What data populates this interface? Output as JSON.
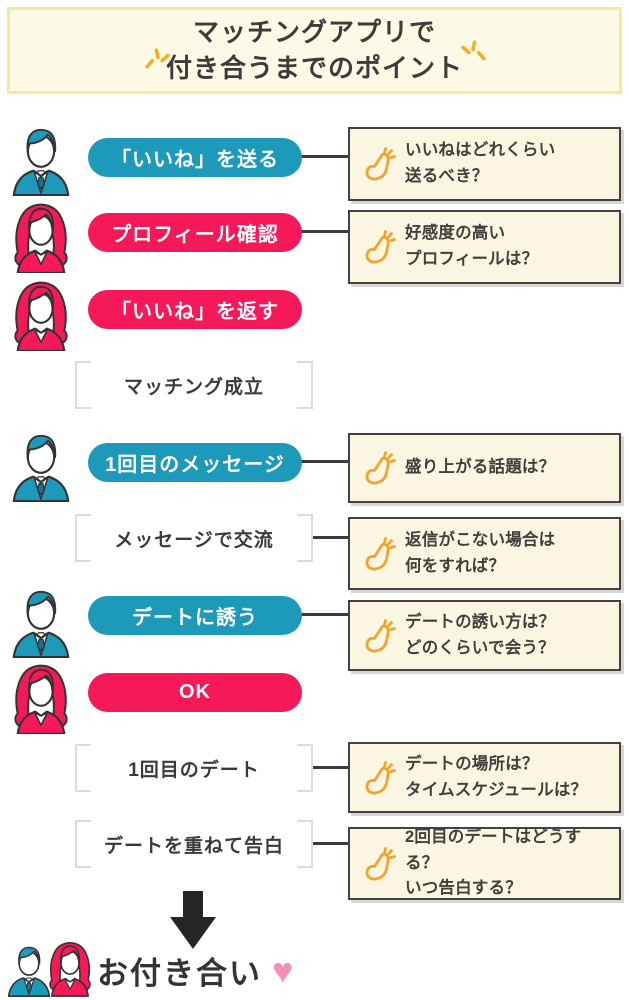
{
  "title": {
    "line1": "マッチングアプリで",
    "line2": "付き合うまでのポイント"
  },
  "colors": {
    "teal": "#1D9ABA",
    "pink": "#F5195A",
    "title_bg": "#FDF9E7",
    "title_border": "#F8E99A",
    "note_bg": "#FBF6E2",
    "note_border": "#44423E",
    "icon_orange": "#F0A42C",
    "heart_pink": "#F48FB8",
    "text_dark": "#3C3C3A"
  },
  "steps": [
    {
      "label": "「いいね」を送る",
      "actor": "man",
      "style": "teal",
      "note": "いいねはどれくらい\n送るべき？"
    },
    {
      "label": "プロフィール確認",
      "actor": "woman",
      "style": "pink",
      "note": "好感度の高い\nプロフィールは？"
    },
    {
      "label": "「いいね」を返す",
      "actor": "woman",
      "style": "pink",
      "note": null
    },
    {
      "label": "マッチング成立",
      "actor": null,
      "style": "bracket",
      "note": null
    },
    {
      "label": "1回目のメッセージ",
      "actor": "man",
      "style": "teal",
      "note": "盛り上がる話題は？"
    },
    {
      "label": "メッセージで交流",
      "actor": null,
      "style": "bracket",
      "note": "返信がこない場合は\n何をすれば？"
    },
    {
      "label": "デートに誘う",
      "actor": "man",
      "style": "teal",
      "note": "デートの誘い方は？\nどのくらいで会う？"
    },
    {
      "label": "OK",
      "actor": "woman",
      "style": "pink",
      "note": null
    },
    {
      "label": "1回目のデート",
      "actor": null,
      "style": "bracket",
      "note": "デートの場所は？\nタイムスケジュールは？"
    },
    {
      "label": "デートを重ねて告白",
      "actor": null,
      "style": "bracket",
      "note": "2回目のデートはどうする？\nいつ告白する？"
    }
  ],
  "result": {
    "label": "お付き合い",
    "heart": "♥"
  }
}
